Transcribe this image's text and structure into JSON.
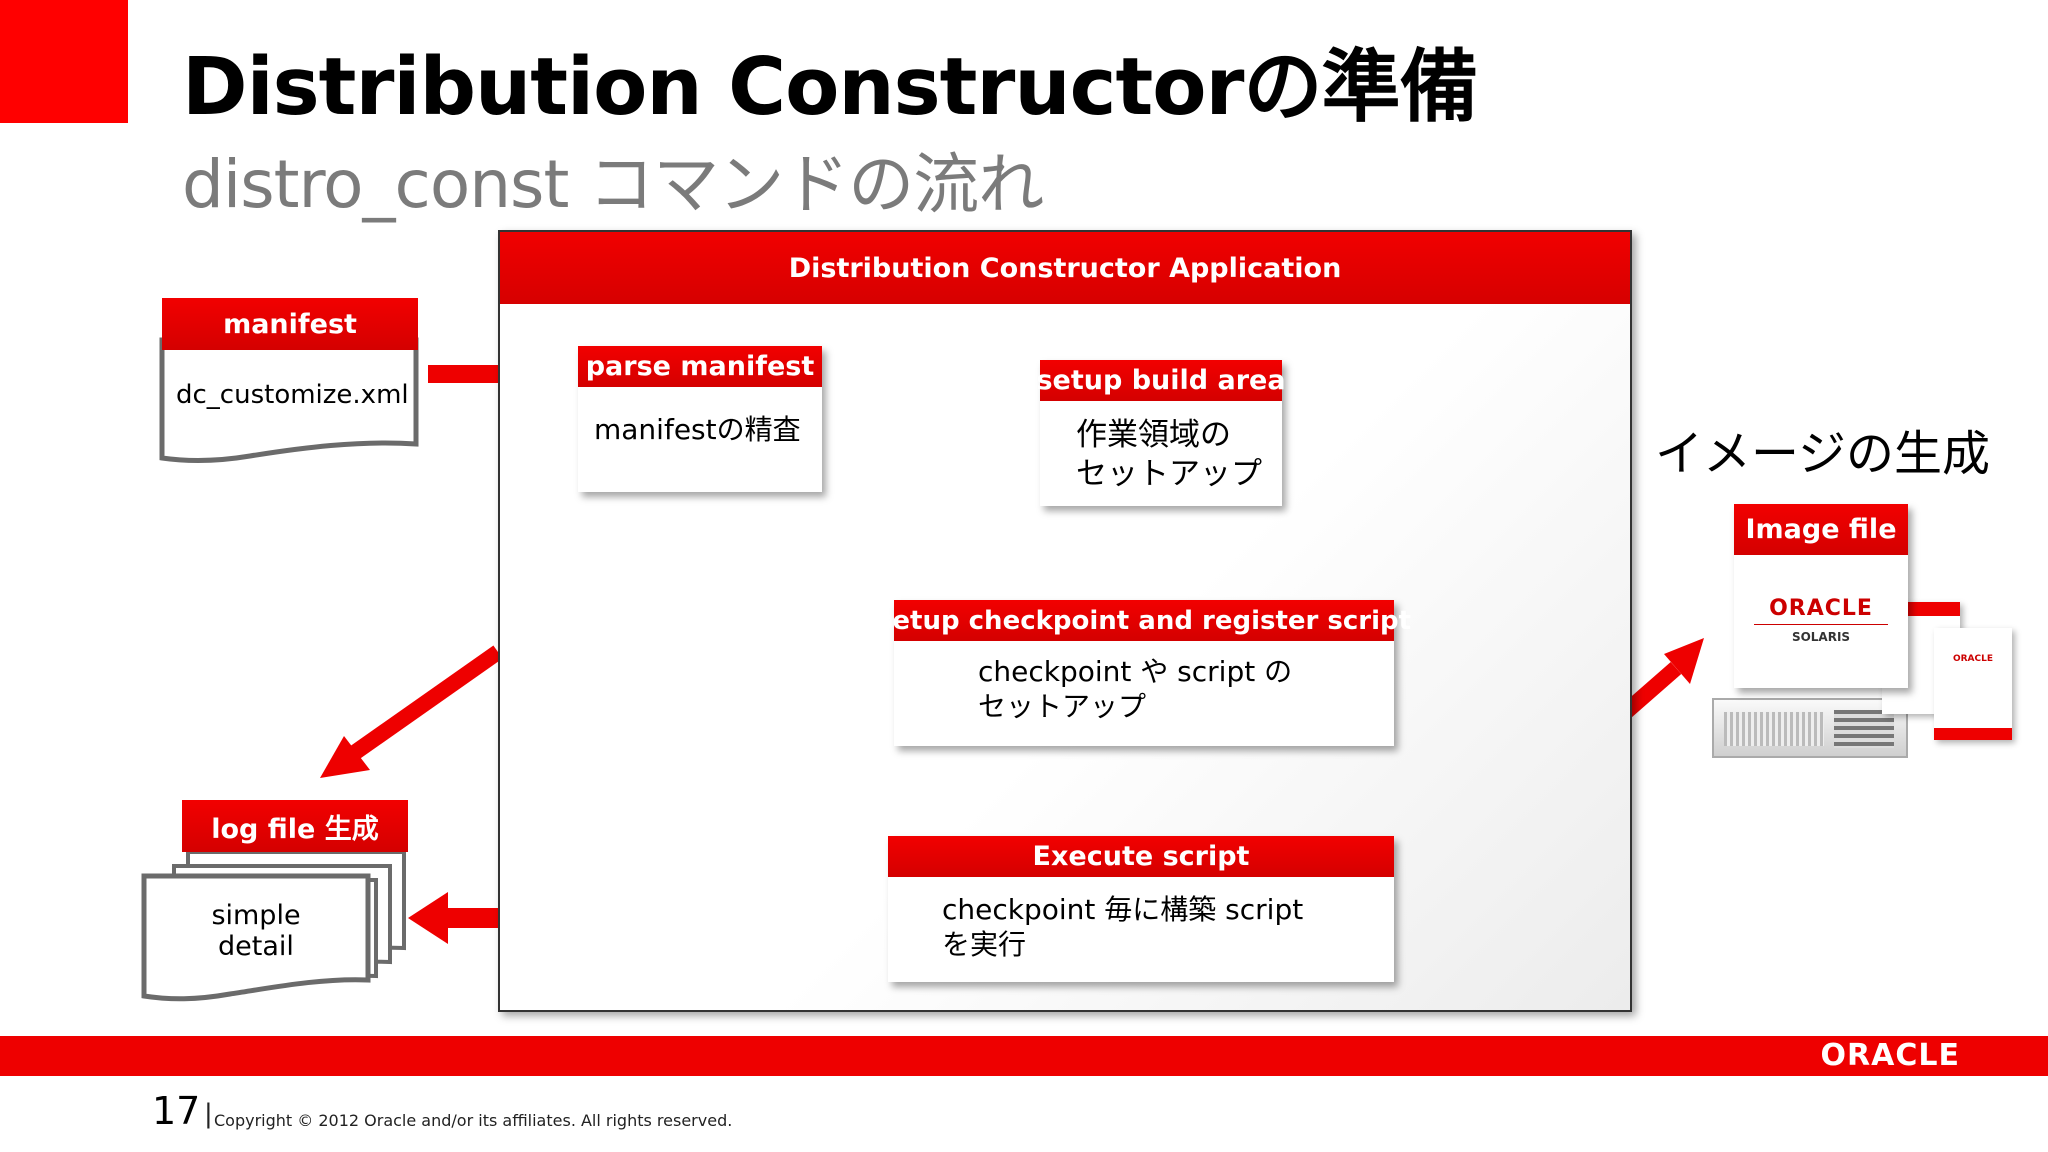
{
  "slide": {
    "title": "Distribution Constructorの準備",
    "subtitle": "distro_const コマンドの流れ"
  },
  "app": {
    "header": "Distribution Constructor Application"
  },
  "manifest": {
    "head": "manifest",
    "body": "dc_customize.xml"
  },
  "parse": {
    "head": "parse manifest",
    "body": "manifestの精査"
  },
  "setup_build": {
    "head": "setup build area",
    "line1": "作業領域の",
    "line2": "セットアップ"
  },
  "checkpoint": {
    "head": "setup checkpoint and register script",
    "line1": "checkpoint や script の",
    "line2": "セットアップ"
  },
  "execute": {
    "head": "Execute script",
    "line1": "checkpoint 毎に構築 script",
    "line2": "を実行"
  },
  "log": {
    "head": "log file 生成",
    "line1": "simple",
    "line2": "detail"
  },
  "image": {
    "caption": "イメージの生成",
    "head": "Image file",
    "brand": "ORACLE",
    "product": "SOLARIS"
  },
  "footer": {
    "page_number": "17",
    "separator": "|",
    "copyright": "Copyright © 2012 Oracle and/or its affiliates. All rights reserved.",
    "logo": "ORACLE"
  },
  "colors": {
    "accent": "#ee0000",
    "subtitle": "#7b7b7b"
  }
}
